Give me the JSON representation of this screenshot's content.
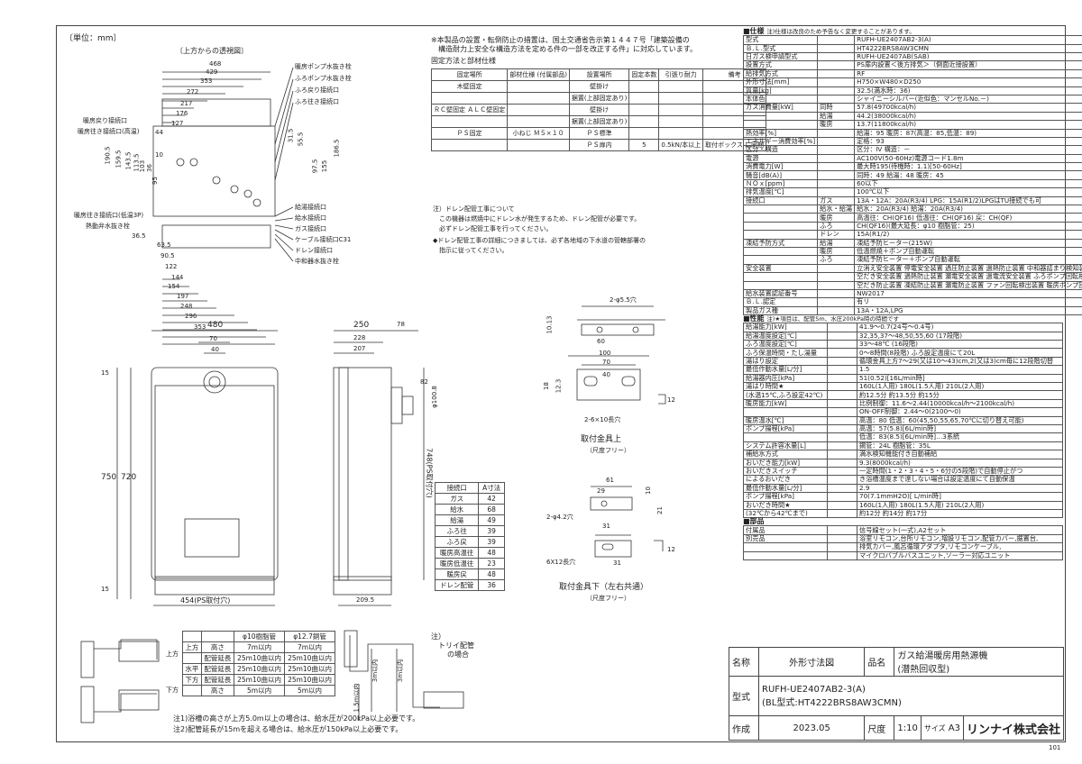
{
  "header": {
    "unit": "〔単位：mm〕",
    "top_view": "〔上方からの透視図〕"
  },
  "top_view": {
    "dims_top": [
      "468",
      "429",
      "353",
      "272",
      "217",
      "176",
      "127",
      "44"
    ],
    "dims_left": [
      "190.5",
      "159.5",
      "143.5",
      "113.5",
      "103",
      "36",
      "95"
    ],
    "dims_right": [
      "31.5",
      "55.5",
      "97.5",
      "155",
      "186.5"
    ],
    "dims_bottom": [
      "36.5",
      "63.5",
      "90.5",
      "122",
      "144",
      "154",
      "197",
      "248",
      "296",
      "353"
    ],
    "labels_right": [
      "暖房ポンプ水抜き栓",
      "ふろポンプ水抜き栓",
      "ふろ戻り接続口",
      "ふろ往き接続口",
      "給湯接続口",
      "給水接続口",
      "ガス接続口",
      "ケーブル接続口C31",
      "ドレン接続口",
      "中和器水抜き栓"
    ],
    "labels_left": [
      "暖房戻り接続口",
      "暖房往き接続口(高温)",
      "暖房往き接続口(低温3P)",
      "熱動弁水抜き栓"
    ],
    "label_10": "10"
  },
  "notes_top": [
    "※本製品の設置・転倒防止の措置は、国土交通省告示第１４４７号「建築設備の",
    "　構造耐力上安全な構造方法を定める件の一部を改正する件」に対応しています。",
    "固定方法と部材仕様"
  ],
  "fix_table": {
    "headers": [
      "固定場所",
      "部材仕様\n(付属部品)",
      "設置場所",
      "固定本数",
      "引張り耐力",
      "備考"
    ],
    "rows": [
      [
        "木壁固定",
        "",
        "壁掛け",
        "",
        "",
        ""
      ],
      [
        "",
        "",
        "据置(上部固定あり)",
        "",
        "",
        ""
      ],
      [
        "ＲＣ壁固定\nＡＬＣ壁固定",
        "",
        "壁掛け",
        "",
        "",
        ""
      ],
      [
        "",
        "",
        "据置(上部固定あり)",
        "",
        "",
        ""
      ],
      [
        "ＰＳ固定",
        "小ねじ\nＭ５×１０",
        "ＰＳ標準",
        "",
        "",
        ""
      ],
      [
        "",
        "",
        "ＰＳ扉内",
        "5",
        "0.5kN/本以上",
        "取付ボックス\nに同梱"
      ]
    ]
  },
  "drain_notes": [
    "注）ドレン配管工事について",
    "　この機器は燃焼中にドレン水が発生するため、ドレン配管が必要です。",
    "　必ずドレン配管工事を行ってください。",
    "◆ドレン配管工事の詳細につきましては、必ず各地域の下水道の管轄部署の",
    "　指示に従ってください。"
  ],
  "front_view": {
    "dim_width": "480",
    "dim_70": "70",
    "dim_40": "40",
    "dim_15a": "15",
    "dim_750": "750",
    "dim_720": "720",
    "dim_15b": "15",
    "dim_bottom": "454(PS取付穴)"
  },
  "side_view": {
    "dim_250": "250",
    "dim_78": "78",
    "dim_228": "228",
    "dim_207": "207",
    "dim_82": "82",
    "dim_phi": "φ100.8",
    "dim_748": "748(PS取付穴)",
    "dim_209": "209.5"
  },
  "bracket_top": {
    "hole": "2-φ5.5穴",
    "dims": [
      "60",
      "100",
      "70",
      "40",
      "18",
      "12.3",
      "10.13",
      "12"
    ],
    "hole2": "2-6×10長穴",
    "caption": "取付金具上",
    "sub": "（尺度フリー）"
  },
  "bracket_bottom": {
    "dims": [
      "61",
      "29",
      "10",
      "31",
      "21",
      "31",
      "12"
    ],
    "hole": "2-φ4.2穴",
    "hole2": "6X12長穴",
    "caption": "取付金具下（左右共通）",
    "sub": "（尺度フリー）"
  },
  "port_table": {
    "headers": [
      "接続口",
      "A寸法"
    ],
    "rows": [
      [
        "ガス",
        "42"
      ],
      [
        "給水",
        "68"
      ],
      [
        "給湯",
        "49"
      ],
      [
        "ふろ往",
        "39"
      ],
      [
        "ふろ戻",
        "39"
      ],
      [
        "暖房高温往",
        "48"
      ],
      [
        "暖房低温往",
        "23"
      ],
      [
        "暖房戻",
        "48"
      ],
      [
        "ドレン配管",
        "36"
      ]
    ]
  },
  "pipe_table": {
    "headers": [
      "",
      "",
      "φ10樹脂管",
      "φ12.7銅管"
    ],
    "rows": [
      [
        "上方",
        "高さ",
        "7m以内",
        "7m以内"
      ],
      [
        "",
        "配管延長",
        "25m10曲以内",
        "25m10曲以内"
      ],
      [
        "水平",
        "配管延長",
        "25m10曲以内",
        "25m10曲以内"
      ],
      [
        "下方",
        "配管延長",
        "25m10曲以内",
        "25m10曲以内"
      ],
      [
        "",
        "高さ",
        "5m以内",
        "5m以内"
      ]
    ],
    "side_labels": [
      "上方",
      "下方"
    ],
    "trap_note": [
      "注）",
      "トリイ配管",
      "の場合"
    ],
    "dims": [
      "1.5m以内",
      "3m以内",
      "3m以内"
    ]
  },
  "bottom_notes": [
    "注1)浴槽の高さが上方5.0m以上の場合は、給水圧が200kPa以上必要です。",
    "注2)配管延長が15mを超える場合は、給水圧が150kPa以上必要です。"
  ],
  "spec": {
    "section1": "■仕様",
    "section1_note": "注)仕様は改良のため予告なく変更することがあります。",
    "rows1": [
      [
        "型式",
        "",
        "RUFH-UE2407AB2-3(A)"
      ],
      [
        "Ｂ.Ｌ.型式",
        "",
        "HT4222BRS8AW3CMN"
      ],
      [
        "日ガス検申請型式",
        "",
        "RUFH-UE2407AB(SAB)"
      ],
      [
        "設置方式",
        "",
        "PS扉内設置＜後方排気＞（側面近接設置）"
      ],
      [
        "給排気方式",
        "",
        "RF"
      ],
      [
        "外形寸法[mm]",
        "",
        "H750×W480×D250"
      ],
      [
        "質量[kg]",
        "",
        "32.5(満水時：36)"
      ],
      [
        "本体色",
        "",
        "シャイニーシルバー(近似色：マンセルNo.－)"
      ],
      [
        "ガス消費量[kW]",
        "同時",
        "57.8(49700kcal/h)"
      ],
      [
        "",
        "給湯",
        "44.2(38000kcal/h)"
      ],
      [
        "",
        "暖房",
        "13.7(11800kcal/h)"
      ],
      [
        "熱効率[%]",
        "",
        "給湯：95 暖房：87(高温：85,低温：89)"
      ],
      [
        "エネルギー消費効率[%]",
        "",
        "定格：93"
      ],
      [
        "区分・構造",
        "",
        "区分：Ⅳ 構造：－"
      ],
      [
        "電源",
        "",
        "AC100V(50-60Hz)電源コード1.8m"
      ],
      [
        "消費電力[W]",
        "",
        "最大時195(待機時：1.1)[50-60Hz]"
      ],
      [
        "騒音[dB(A)]",
        "",
        "同時：49 給湯：48 暖房：45"
      ],
      [
        "ＮＯｘ[ppm]",
        "",
        "60以下"
      ],
      [
        "排気温度[℃]",
        "",
        "100℃以下"
      ],
      [
        "接続口",
        "ガス",
        "13A・12A：20A(R3/4) LPG：15A(R1/2)LPGはTU接続でも可"
      ],
      [
        "",
        "給水・給湯",
        "給水：20A(R3/4) 給湯：20A(R3/4)"
      ],
      [
        "",
        "暖房",
        "高温往：CH(QF16) 低温往：CH(QF16) 戻：CH(QF)"
      ],
      [
        "",
        "ふろ",
        "CH(QF16)(最大延長：φ10 樹脂管：25)"
      ],
      [
        "",
        "ドレン",
        "15A(R1/2)"
      ],
      [
        "凍結予防方式",
        "給湯",
        "凍結予防ヒーター(215W)"
      ],
      [
        "",
        "暖房",
        "低温燃焼＋ポンプ自動運転"
      ],
      [
        "",
        "ふろ",
        "凍結予防ヒーター＋ポンプ自動運転"
      ],
      [
        "安全装置",
        "",
        "立消え安全装置 停電安全装置 過圧防止装置 過熱防止装置 中和器詰まり検知装置"
      ],
      [
        "",
        "",
        "空だき安全装置 過熱防止装置 漏電安全装置 過電流安全装置 ふろポンプ回転検出装置"
      ],
      [
        "",
        "",
        "空だき防止装置 凍結防止装置 漏電防止装置 ファン回転検出装置 暖房ポンプ回転検出装置"
      ],
      [
        "給水装置認証番号",
        "",
        "NW2017"
      ],
      [
        "Ｂ.Ｌ.認定",
        "",
        "有リ"
      ],
      [
        "製品ガス種",
        "",
        "13A・12A,LPG"
      ]
    ],
    "section2": "■性能",
    "section2_note": "注)★項目は、配管5m、水圧200kPa時の時間です",
    "rows2": [
      [
        "給湯能力[kW]",
        "",
        "41.9～0.7(24号～0.4号)"
      ],
      [
        "給湯温度設定[℃]",
        "",
        "32,35,37～48,50,55,60 (17段階)"
      ],
      [
        "ふろ温度設定[℃]",
        "",
        "33～48℃ (16段階)"
      ],
      [
        "ふろ保温時間・たし湯量",
        "",
        "0～8時間(8段階) ふろ設定温度にて20L"
      ],
      [
        "湯はり設定",
        "",
        "循環金具上方7～29(又は10～43)cm,2(又は3)cm毎に12段階切替"
      ],
      [
        "最低作動水量[L/分]",
        "",
        "1.5"
      ],
      [
        "給湯器内圧[kPa]",
        "",
        "51(0.52)[16L/min時]"
      ],
      [
        "湯はり時間★",
        "",
        "160L(1人用) 180L(1.5人用) 210L(2人用)"
      ],
      [
        "(水温15℃,ふろ設定42℃)",
        "",
        "約12.5分 約13.5分 約15分"
      ],
      [
        "暖房能力[kW]",
        "",
        "比例制御：11.6～2.44(10000kcal/h～2100kcal/h)"
      ],
      [
        "",
        "",
        "ON-OFF制御：2.44～0(2100～0)"
      ],
      [
        "暖房温水[℃]",
        "",
        "高温：80 低温：60(45,50,55,65,70℃に切り替え可能)"
      ],
      [
        "ポンプ揚程[kPa]",
        "",
        "高温：57(5.8)[6L/min時]"
      ],
      [
        "",
        "",
        "低温：83(8.5)[6L/min時]…3系統"
      ],
      [
        "システム許容水量[L]",
        "",
        "鋼管：24L 樹脂管：35L"
      ],
      [
        "補給水方式",
        "",
        "満水検知機能付き自動補給"
      ],
      [
        "おいだき能力[kW]",
        "",
        "9.3(8000kcal/h)"
      ],
      [
        "おいだきスイッチ",
        "",
        "一定時間(1・2・3・4・5・6分の5段階)で自動停止がつ"
      ],
      [
        "によるおいだき",
        "",
        "き浴槽温度まで達しない場合は設定温度にて自動保温"
      ],
      [
        "最低作動水量[L/分]",
        "",
        "2.9"
      ],
      [
        "ポンプ揚程[kPa]",
        "",
        "70(7.1mmH2O)[ L/min時]"
      ],
      [
        "おいだき時間★",
        "",
        "160L(1人用) 180L(1.5人用) 210L(2人用)"
      ],
      [
        "(32℃から42℃まで)",
        "",
        "約12分 約14分 約17分"
      ]
    ],
    "section3": "■部品",
    "rows3": [
      [
        "付属品",
        "",
        "信号線セット(一式),A2セット"
      ],
      [
        "別売品",
        "",
        "浴室リモコン,台所リモコン,増設リモコン,配管カバー,据置台,"
      ],
      [
        "",
        "",
        "排気カバー,風呂循環アダプタ,リモコンケーブル,"
      ],
      [
        "",
        "",
        "マイクロバブルバスユニット,ソーラー対応ユニット"
      ]
    ],
    "vertical_labels": [
      "給湯・ふろ",
      "暖房",
      "おいだき"
    ]
  },
  "title_block": {
    "name_label": "名称",
    "name_value": "外形寸法図",
    "product_label": "品名",
    "product_value": [
      "ガス給湯暖房用熱源機",
      "(潜熱回収型)"
    ],
    "model_label": "型式",
    "model_value": [
      "RUFH-UE2407AB2-3(A)",
      "(BL型式:HT4222BRS8AW3CMN)"
    ],
    "made_label": "作成",
    "made_value": "2023.05",
    "scale_label": "尺度",
    "scale_value": "1:10",
    "size_label": "サイズ",
    "size_value": "A3",
    "company": "リンナイ株式会社",
    "page": "101"
  }
}
